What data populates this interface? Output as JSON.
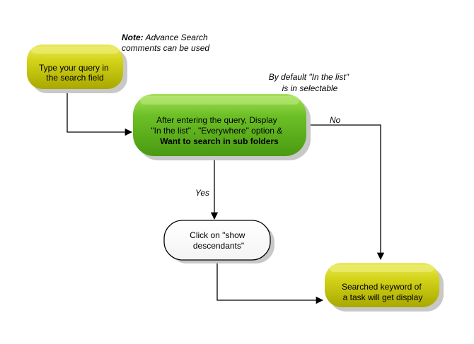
{
  "nodes": {
    "query": {
      "lines": [
        "Type your query in",
        "the search field"
      ]
    },
    "display_option": {
      "lines": [
        "After entering the query, Display",
        "\"In the list\" , \"Everywhere\" option &",
        "Want to search in sub folders"
      ]
    },
    "show_descendants": {
      "lines": [
        "Click on \"show",
        "descendants\""
      ]
    },
    "result": {
      "lines": [
        "Searched keyword of",
        "a task will get display"
      ]
    }
  },
  "notes": {
    "advance_search": {
      "label": "Note:",
      "lines": [
        " Advance Search",
        "comments can be used"
      ]
    },
    "default_list": {
      "lines": [
        "By default \"In the list\"",
        "is in selectable"
      ]
    }
  },
  "edges": {
    "no_label": "No",
    "yes_label": "Yes"
  },
  "colors": {
    "yellow_fill": "#cccc00",
    "yellow_highlight": "#eeee55",
    "green_fill": "#66bb22",
    "green_highlight": "#99dd44",
    "white_fill": "#ffffff",
    "shadow": "#c8c8c8",
    "line": "#000000"
  }
}
